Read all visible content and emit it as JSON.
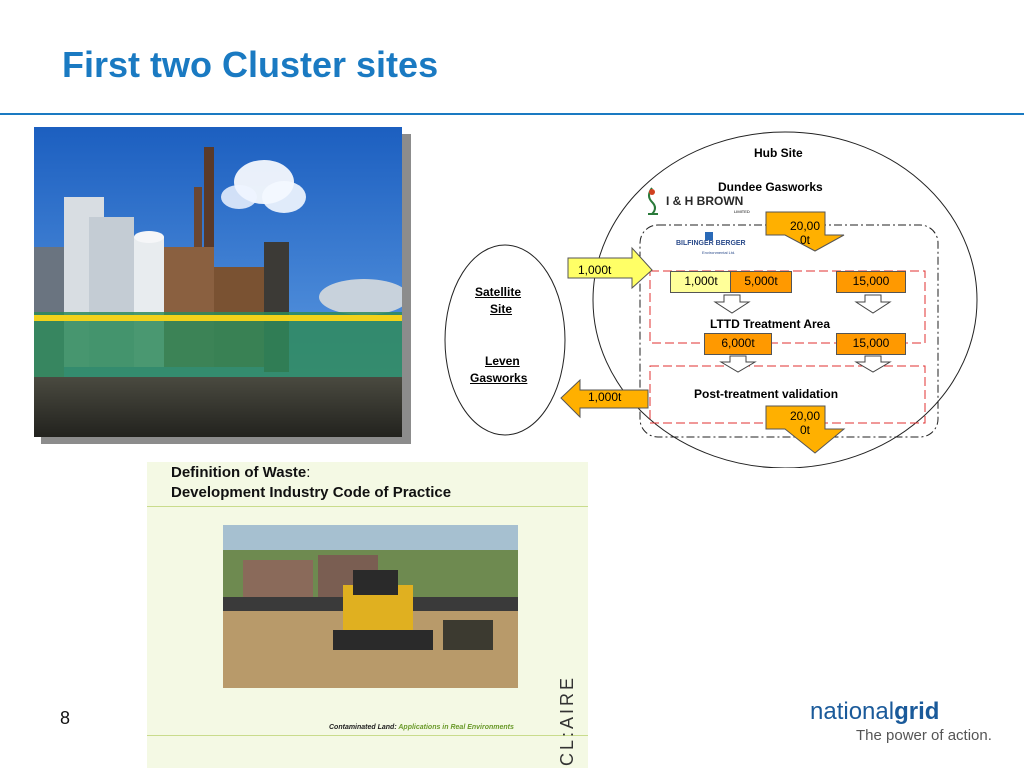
{
  "slide": {
    "title": "First two Cluster sites",
    "page_number": "8"
  },
  "colors": {
    "title_blue": "#1a7ac2",
    "arrow_yellow": "#ffff66",
    "arrow_orange": "#ffb000",
    "box_orange": "#ff9900",
    "dash_red": "#e03030"
  },
  "diagram": {
    "hub_title": "Hub Site",
    "hub_name": "Dundee Gasworks",
    "ih_brown_logo": "I & H BROWN",
    "ih_brown_sub": "LIMITED",
    "bilfinger_logo": "BILFINGER BERGER",
    "bilfinger_sub": "Environmental Ltd.",
    "satellite_line1": "Satellite",
    "satellite_line2": "Site",
    "leven_line1": "Leven",
    "leven_line2": "Gasworks",
    "in_arrow_top_line1": "20,00",
    "in_arrow_top_line2": "0t",
    "in_arrow_left": "1,000t",
    "box_1000": "1,000t",
    "box_5000": "5,000t",
    "box_15000_top": "15,000",
    "lttd_label": "LTTD Treatment Area",
    "box_6000": "6,000t",
    "box_15000_bottom": "15,000",
    "post_treatment_label": "Post-treatment validation",
    "out_arrow_left": "1,000t",
    "out_arrow_bottom_line1": "20,00",
    "out_arrow_bottom_line2": "0t"
  },
  "cover": {
    "line1_bold": "Definition of Waste",
    "line1_rest": ":",
    "line2": "Development Industry Code of Practice",
    "footnote_a": "Contaminated Land: ",
    "footnote_b": "Applications in Real Environments",
    "claire_logo": "CL:AIRE"
  },
  "logo": {
    "brand_regular": "national",
    "brand_bold": "grid",
    "tagline": "The power of action."
  }
}
